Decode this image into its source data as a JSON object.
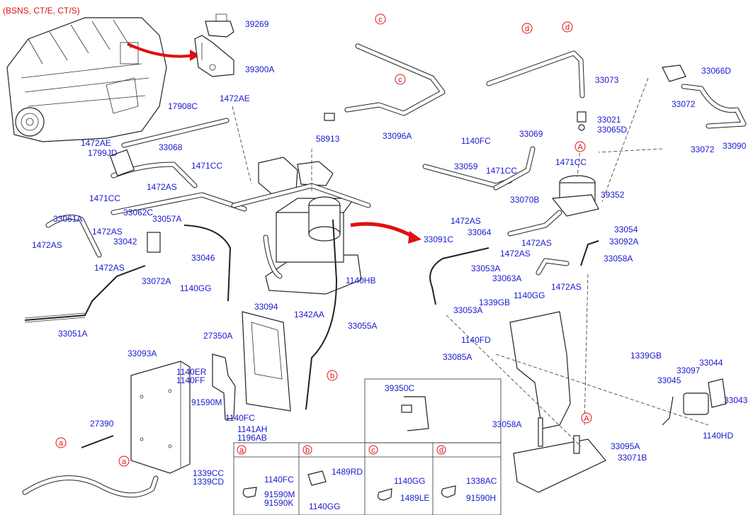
{
  "header": {
    "variant": "(BSNS, CT/E, CT/S)"
  },
  "labels": [
    "39269",
    "39300A",
    "17908C",
    "1472AE",
    "1472AE",
    "1799JD",
    "33068",
    "1471CC",
    "1471CC",
    "1472AS",
    "33062C",
    "33061A",
    "1472AS",
    "33057A",
    "1472AS",
    "33042",
    "1472AS",
    "33046",
    "33072A",
    "1140GG",
    "33051A",
    "58913",
    "33096A",
    "33094",
    "1342AA",
    "33055A",
    "1140HB",
    "27350A",
    "33093A",
    "1140ER",
    "1140FF",
    "91590M",
    "1140FC",
    "1141AH",
    "1196AB",
    "27390",
    "1339CC",
    "1339CD",
    "33073",
    "33021",
    "33065D",
    "33066D",
    "33072",
    "33072",
    "33090",
    "1140FC",
    "33069",
    "33059",
    "1471CC",
    "1471CC",
    "33070B",
    "39352",
    "1472AS",
    "33064",
    "33054",
    "33091C",
    "1472AS",
    "1472AS",
    "33092A",
    "33053A",
    "33063A",
    "33058A",
    "1472AS",
    "1339GB",
    "1140GG",
    "33053A",
    "1140FD",
    "33085A",
    "1339GB",
    "33044",
    "33097",
    "33045",
    "33043",
    "33058A",
    "33095A",
    "1140HD",
    "33071B",
    "39350C"
  ],
  "callouts": [
    "c",
    "c",
    "d",
    "d",
    "A",
    "A",
    "a",
    "a",
    "b"
  ],
  "legend": {
    "cells": [
      {
        "key": "a",
        "parts": [
          "1140FC",
          "91590M",
          "91590K"
        ]
      },
      {
        "key": "b",
        "parts": [
          "1489RD",
          "1140GG"
        ]
      },
      {
        "key": "c",
        "parts": [
          "1140GG",
          "1489LE"
        ]
      },
      {
        "key": "d",
        "parts": [
          "1338AC",
          "91590H"
        ]
      }
    ]
  },
  "colors": {
    "label": "#1a1ad0",
    "accent": "#e01010",
    "line": "#222222"
  }
}
